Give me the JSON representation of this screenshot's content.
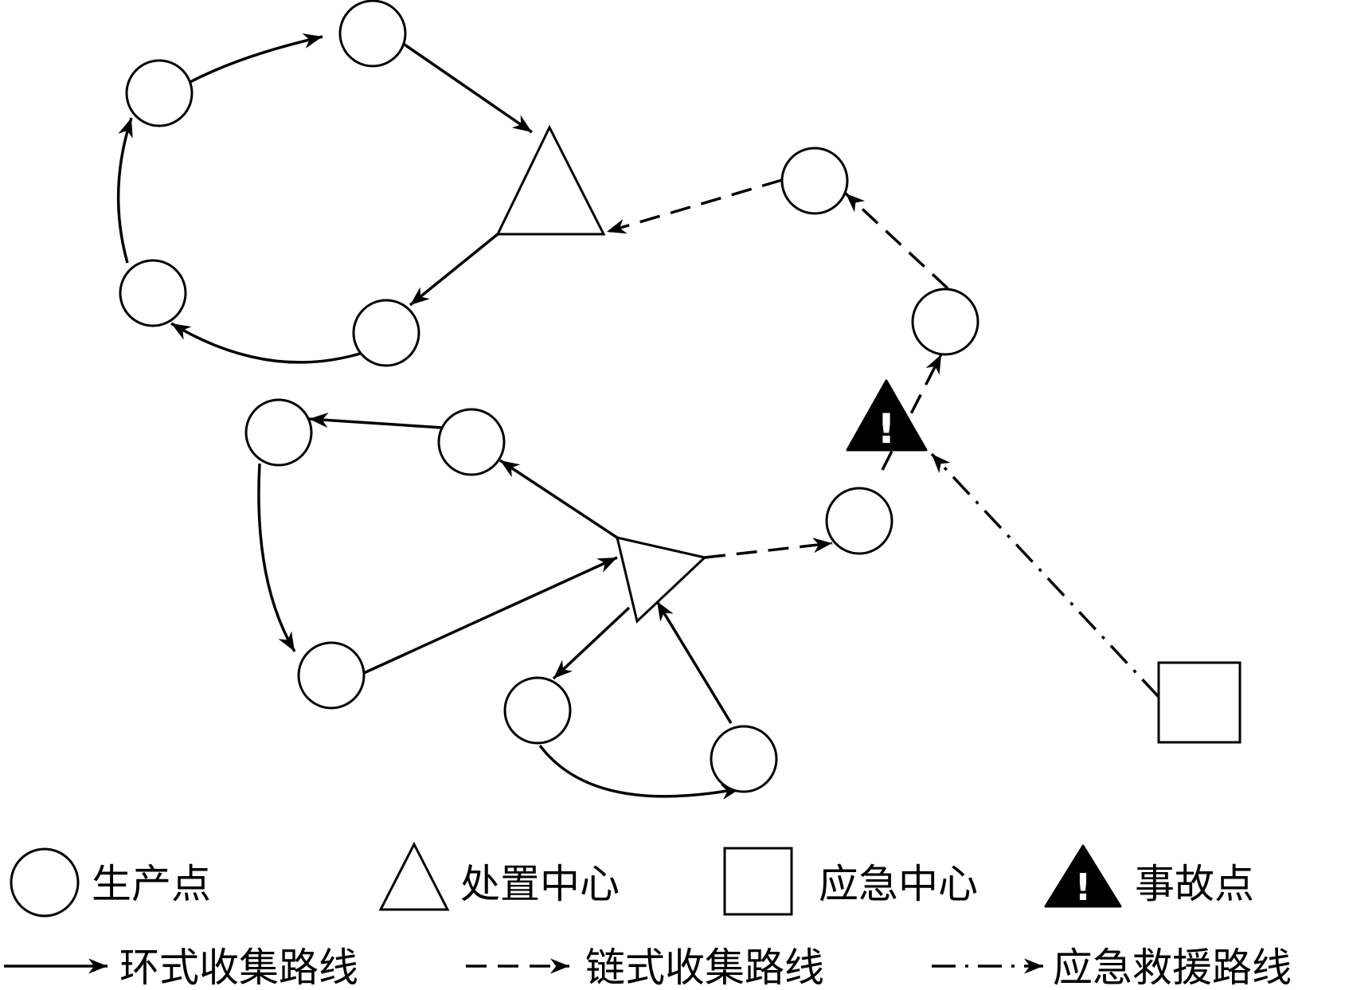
{
  "legend": {
    "production_point": "生产点",
    "disposal_center": "处置中心",
    "emergency_center": "应急中心",
    "accident_point": "事故点",
    "ring_route": "环式收集路线",
    "chain_route": "链式收集路线",
    "rescue_route": "应急救援路线"
  },
  "accident_symbol": "!",
  "colors": {
    "line": "#000000",
    "fill": "#ffffff",
    "accident": "#000000"
  }
}
